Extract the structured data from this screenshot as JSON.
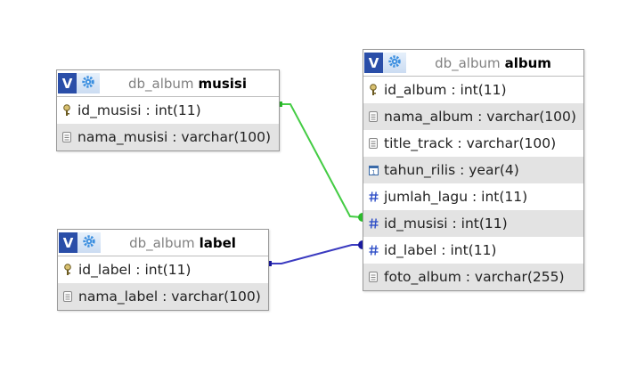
{
  "tables": {
    "musisi": {
      "db": "db_album",
      "name": "musisi",
      "columns": [
        {
          "text": "id_musisi : int(11)",
          "icon": "key-icon"
        },
        {
          "text": "nama_musisi : varchar(100)",
          "icon": "text-field-icon"
        }
      ]
    },
    "label": {
      "db": "db_album",
      "name": "label",
      "columns": [
        {
          "text": "id_label : int(11)",
          "icon": "key-icon"
        },
        {
          "text": "nama_label : varchar(100)",
          "icon": "text-field-icon"
        }
      ]
    },
    "album": {
      "db": "db_album",
      "name": "album",
      "columns": [
        {
          "text": "id_album : int(11)",
          "icon": "key-icon"
        },
        {
          "text": "nama_album : varchar(100)",
          "icon": "text-field-icon"
        },
        {
          "text": "title_track : varchar(100)",
          "icon": "text-field-icon"
        },
        {
          "text": "tahun_rilis : year(4)",
          "icon": "calendar-icon"
        },
        {
          "text": "jumlah_lagu : int(11)",
          "icon": "number-icon"
        },
        {
          "text": "id_musisi : int(11)",
          "icon": "number-icon"
        },
        {
          "text": "id_label : int(11)",
          "icon": "number-icon"
        },
        {
          "text": "foto_album : varchar(255)",
          "icon": "text-field-icon"
        }
      ]
    }
  },
  "header_buttons": {
    "toggle": "V",
    "options": "gear-icon"
  },
  "colors": {
    "musisi_link": "#44cc44",
    "label_link": "#2a2ab0",
    "header_button": "#2a4ea8",
    "alt_row": "#e3e3e3"
  }
}
